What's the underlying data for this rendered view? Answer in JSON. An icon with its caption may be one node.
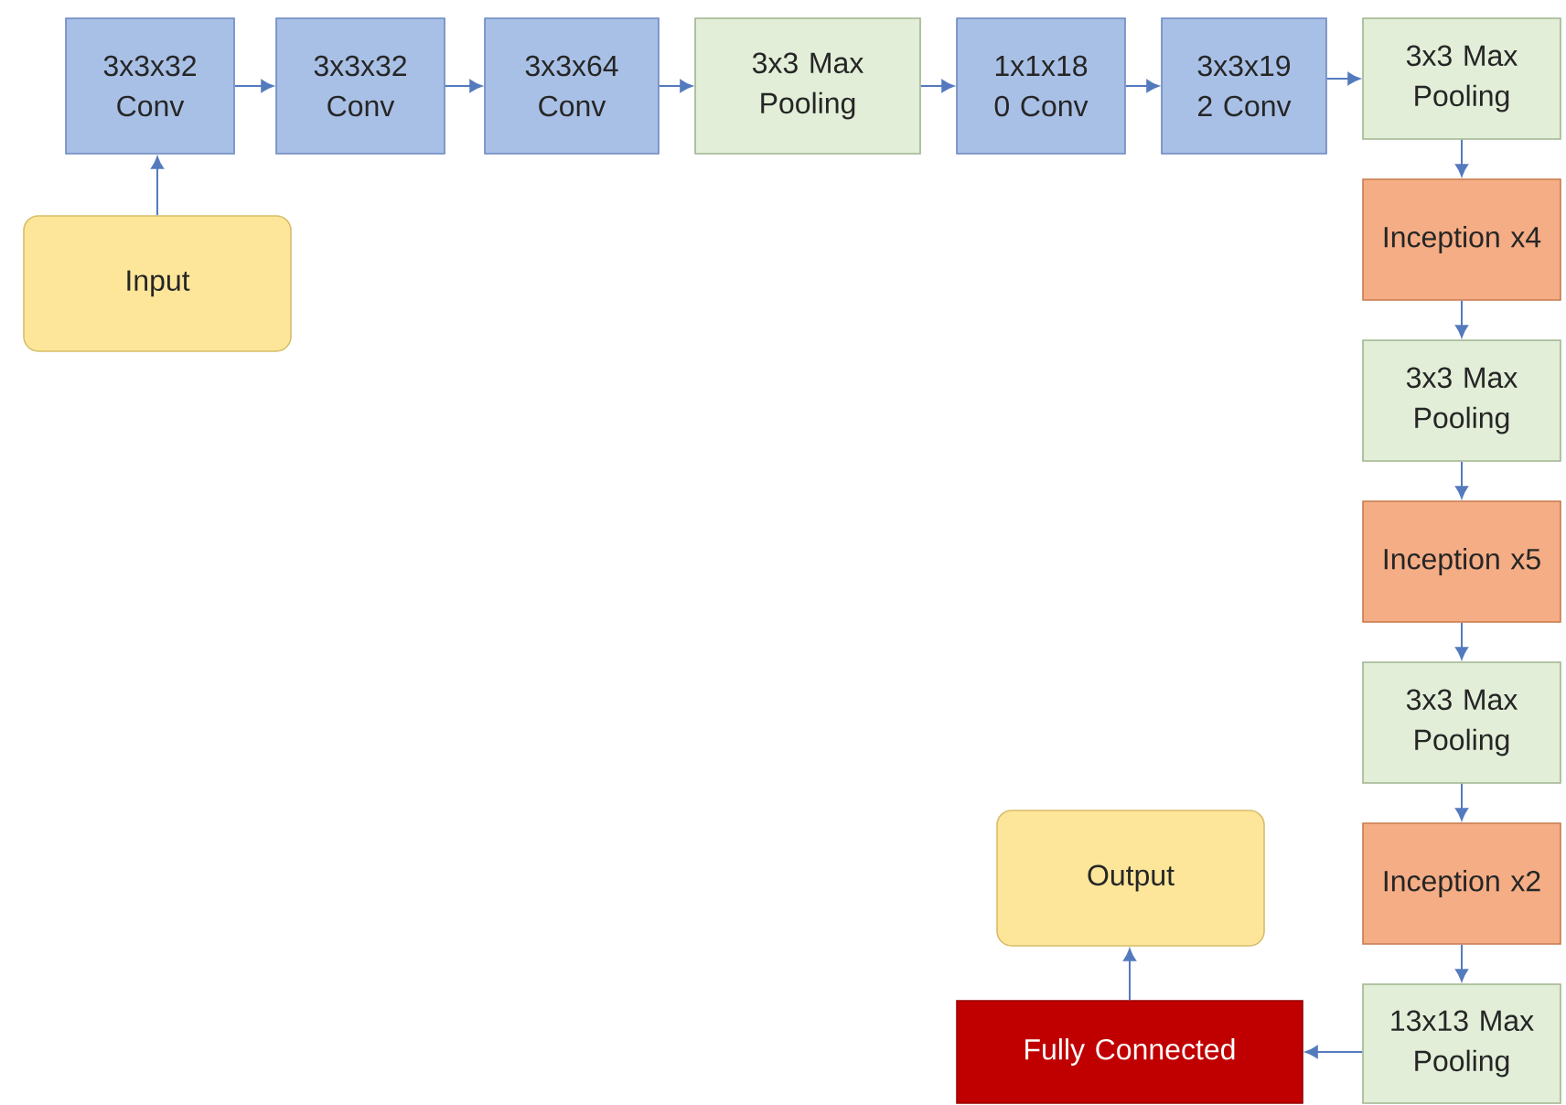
{
  "diagram": {
    "nodes": [
      {
        "text": [
          "Input"
        ]
      },
      {
        "text": [
          "3x3x32 Conv"
        ]
      },
      {
        "text": [
          "3x3x32 Conv"
        ]
      },
      {
        "text": [
          "3x3x64 Conv"
        ]
      },
      {
        "text": [
          "3x3 Max Pooling"
        ]
      },
      {
        "text": [
          "1x1x18 0 Conv"
        ]
      },
      {
        "text": [
          "3x3x19 2 Conv"
        ]
      },
      {
        "text": [
          "3x3 Max Pooling"
        ]
      },
      {
        "text": [
          "Inception x4"
        ]
      },
      {
        "text": [
          "3x3 Max Pooling"
        ]
      },
      {
        "text": [
          "Inception x5"
        ]
      },
      {
        "text": [
          "3x3 Max Pooling"
        ]
      },
      {
        "text": [
          "Inception x2"
        ]
      },
      {
        "text": [
          "13x13 Max Pooling"
        ]
      },
      {
        "text": [
          "Fully Connected"
        ]
      },
      {
        "text": [
          "Output"
        ]
      }
    ],
    "edges": [
      {
        "from": 0,
        "to": 1,
        "arrow": "to"
      },
      {
        "from": 1,
        "to": 2,
        "arrow": "to"
      },
      {
        "from": 2,
        "to": 3,
        "arrow": "to"
      },
      {
        "from": 3,
        "to": 4,
        "arrow": "to"
      },
      {
        "from": 4,
        "to": 5,
        "arrow": "to"
      },
      {
        "from": 5,
        "to": 6,
        "arrow": "to"
      },
      {
        "from": 6,
        "to": 7,
        "arrow": "to"
      },
      {
        "from": 7,
        "to": 8,
        "arrow": "to"
      },
      {
        "from": 8,
        "to": 9,
        "arrow": "to"
      },
      {
        "from": 9,
        "to": 10,
        "arrow": "to"
      },
      {
        "from": 10,
        "to": 11,
        "arrow": "to"
      },
      {
        "from": 11,
        "to": 12,
        "arrow": "to"
      },
      {
        "from": 12,
        "to": 13,
        "arrow": "to"
      },
      {
        "from": 13,
        "to": 14,
        "arrow": "to"
      },
      {
        "from": 14,
        "to": 15,
        "arrow": "to"
      }
    ]
  }
}
